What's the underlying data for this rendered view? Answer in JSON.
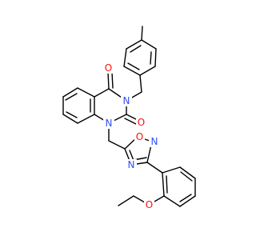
{
  "structure": {
    "colors": {
      "bond": "#000000",
      "oxygen": "#ff0d0d",
      "nitrogen": "#3050f8"
    },
    "atom_labels": {
      "o_c4": "O",
      "o_c2": "O",
      "n3": "N",
      "n1": "N",
      "ox_n2": "N",
      "ox_o1": "O",
      "ox_n4": "N",
      "o_ether": "O"
    }
  }
}
